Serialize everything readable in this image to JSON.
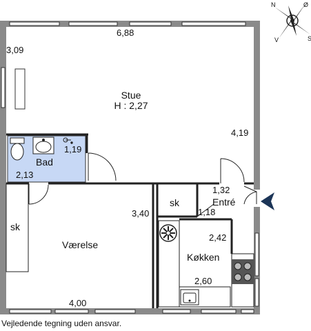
{
  "rooms": {
    "stue": {
      "name": "Stue",
      "height": "H : 2,27"
    },
    "bad": {
      "name": "Bad"
    },
    "entre": {
      "name": "Entré"
    },
    "vaerelse": {
      "name": "Værelse"
    },
    "koekken": {
      "name": "Køkken"
    },
    "sk_entre": "sk",
    "sk_vaerelse": "sk"
  },
  "dimensions": {
    "stue_width": "6,88",
    "stue_left": "3,09",
    "stue_right": "4,19",
    "bad_height": "1,19",
    "bad_width": "2,13",
    "entre_width": "1,32",
    "entre_height": "1,18",
    "vaerelse_height": "3,40",
    "vaerelse_width": "4,00",
    "koekken_height": "2,42",
    "koekken_width": "2,60"
  },
  "compass": {
    "n": "N",
    "s": "S",
    "v": "V",
    "o": "Ø"
  },
  "disclaimer": "Vejledende tegning uden ansvar.",
  "colors": {
    "wall": "#8a8a8a",
    "bath": "#c7d8f5",
    "arrow": "#1c3557",
    "line": "#222222"
  }
}
